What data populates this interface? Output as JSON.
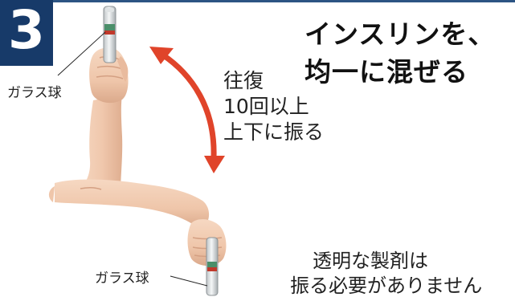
{
  "step": {
    "number": "3"
  },
  "headline": {
    "line1": "インスリンを、",
    "line2": "均一に混ぜる"
  },
  "instruction": {
    "line1": "往復",
    "line2": "10回以上",
    "line3": "上下に振る"
  },
  "labels": {
    "glass_ball_top": "ガラス球",
    "glass_ball_bottom": "ガラス球"
  },
  "note": {
    "line1": "透明な製剤は",
    "line2": "振る必要がありません"
  },
  "colors": {
    "badge": "#173a69",
    "arrow": "#e0442a",
    "skin": "#f2cdb3",
    "skin_shadow": "#d9a88a"
  }
}
